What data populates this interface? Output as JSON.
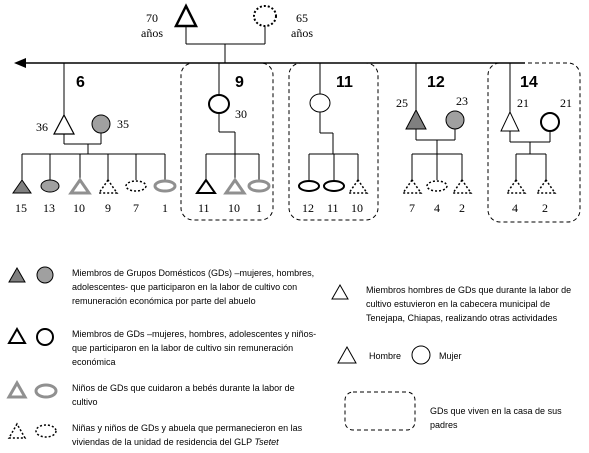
{
  "top": {
    "male_age": "70",
    "female_age": "65",
    "years_label": "años"
  },
  "groups": [
    {
      "number": "6",
      "father_age": "36",
      "mother_age": "35",
      "children_ages": [
        "15",
        "13",
        "10",
        "9",
        "7",
        "1"
      ]
    },
    {
      "number": "9",
      "mother_age": "30",
      "children_ages": [
        "11",
        "10",
        "1"
      ]
    },
    {
      "number": "11",
      "children_ages": [
        "12",
        "11",
        "10"
      ]
    },
    {
      "number": "12",
      "father_age": "25",
      "mother_age": "23",
      "children_ages": [
        "7",
        "4",
        "2"
      ]
    },
    {
      "number": "14",
      "father_age": "21",
      "mother_age": "21",
      "children_ages": [
        "4",
        "2"
      ]
    }
  ],
  "legend": {
    "paid": "Miembros de Grupos Domésticos (GDs) –mujeres, hombres, adolescentes- que participaron en la labor de cultivo con remuneración económica por parte del abuelo",
    "unpaid": "Miembros de GDs –mujeres, hombres, adolescentes y niños- que participaron en la labor de cultivo sin remuneración económica",
    "babysit": "Niños de GDs que cuidaron a bebés durante la labor de cultivo",
    "stayed_main": "Niñas y niños de GDs y abuela que permanecieron en las viviendas de la unidad de residencia del GLP",
    "stayed_name": "Tsetet",
    "away": "Miembros hombres de GDs que durante la labor de cultivo estuvieron en la cabecera municipal de Tenejapa, Chiapas, realizando otras actividades",
    "male": "Hombre",
    "female": "Mujer",
    "parents_house": "GDs que viven en la casa de sus padres"
  }
}
